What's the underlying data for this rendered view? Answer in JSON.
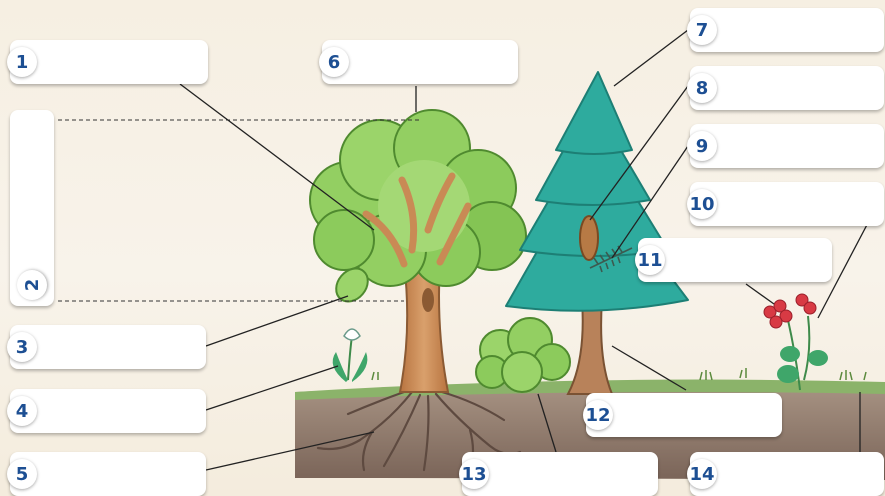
{
  "labels": [
    {
      "id": "b1",
      "number": "1"
    },
    {
      "id": "b2",
      "number": "2"
    },
    {
      "id": "b3",
      "number": "3"
    },
    {
      "id": "b4",
      "number": "4"
    },
    {
      "id": "b5",
      "number": "5"
    },
    {
      "id": "b6",
      "number": "6"
    },
    {
      "id": "b7",
      "number": "7"
    },
    {
      "id": "b8",
      "number": "8"
    },
    {
      "id": "b9",
      "number": "9"
    },
    {
      "id": "b10",
      "number": "10"
    },
    {
      "id": "b11",
      "number": "11"
    },
    {
      "id": "b12",
      "number": "12"
    },
    {
      "id": "b13",
      "number": "13"
    },
    {
      "id": "b14",
      "number": "14"
    }
  ],
  "colors": {
    "number_text": "#1d4f93",
    "oak_foliage": "#8cc95a",
    "oak_trunk": "#c98a55",
    "fir_foliage": "#2eab9e",
    "soil": "#8a7466",
    "grass": "#6fa84c"
  }
}
